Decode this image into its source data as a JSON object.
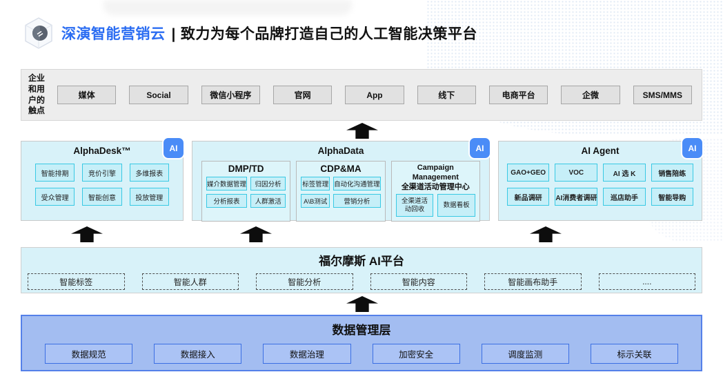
{
  "header": {
    "brand": "深演智能营销云",
    "separator": "|",
    "tagline": "致力为每个品牌打造自己的人工智能决策平台"
  },
  "touchpoints": {
    "label": "企业和用户的触点",
    "items": [
      "媒体",
      "Social",
      "微信小程序",
      "官网",
      "App",
      "线下",
      "电商平台",
      "企微",
      "SMS/MMS"
    ]
  },
  "ai_badge_label": "AI",
  "panels": {
    "alphadesk": {
      "title": "AlphaDesk™",
      "chips": [
        "智能排期",
        "竞价引擎",
        "多维报表",
        "受众管理",
        "智能创意",
        "投放管理"
      ]
    },
    "alphadata": {
      "title": "AlphaData",
      "groups": [
        {
          "title": "DMP/TD",
          "chips": [
            "媒介数据管理",
            "归因分析",
            "分析报表",
            "人群激活"
          ]
        },
        {
          "title": "CDP&MA",
          "chips": [
            "标签管理",
            "自动化沟通管理",
            "A\\B测试",
            "营销分析"
          ]
        },
        {
          "title_line1": "Campaign Management",
          "title_line2": "全渠道活动管理中心",
          "chips": [
            "全渠道活动回收",
            "数据看板"
          ]
        }
      ]
    },
    "ai_agent": {
      "title": "AI Agent",
      "chips": [
        "GAO+GEO",
        "VOC",
        "AI 选 K",
        "销售陪练",
        "新品调研",
        "AI消费者调研",
        "巡店助手",
        "智能导购"
      ]
    }
  },
  "ai_platform": {
    "title": "福尔摩斯 AI平台",
    "items": [
      "智能标签",
      "智能人群",
      "智能分析",
      "智能内容",
      "智能画布助手",
      "...."
    ]
  },
  "data_layer": {
    "title": "数据管理层",
    "items": [
      "数据规范",
      "数据接入",
      "数据治理",
      "加密安全",
      "调度监测",
      "标示关联"
    ]
  },
  "colors": {
    "brand_blue": "#2b6df2",
    "panel_cyan_bg": "#d8f2f9",
    "chip_cyan_bg": "#c6eff8",
    "chip_cyan_border": "#38c9e4",
    "ai_badge_blue": "#4a8cf7",
    "data_layer_bg": "#a3bdf1",
    "data_box_border": "#3b6fe3",
    "touchpoint_bar_bg": "#ededed",
    "arrow_color": "#0d0d0d"
  }
}
